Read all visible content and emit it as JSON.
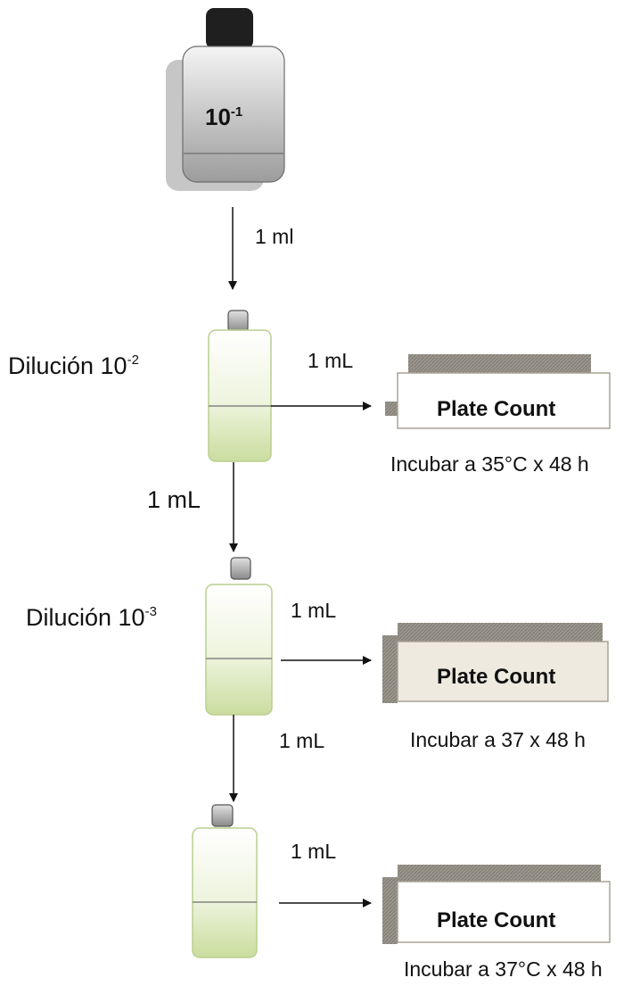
{
  "stock_bottle": {
    "label_base": "10",
    "label_exp": "-1"
  },
  "transfer_1": {
    "label": "1 ml"
  },
  "dilution_2": {
    "label_base": "Dilución 10",
    "label_exp": "-2",
    "to_plate_label": "1 mL"
  },
  "plate_1": {
    "label": "Plate Count",
    "incubation": "Incubar a 35°C x 48 h"
  },
  "transfer_2": {
    "label": "1 mL"
  },
  "dilution_3": {
    "label_base": "Dilución 10",
    "label_exp": "-3",
    "to_plate_label": "1 mL"
  },
  "plate_2": {
    "label": "Plate Count",
    "incubation": "Incubar a 37 x 48 h"
  },
  "transfer_3": {
    "label": "1 mL"
  },
  "dilution_4": {
    "to_plate_label": "1 mL"
  },
  "plate_3": {
    "label": "Plate Count",
    "incubation": "Incubar a 37°C x 48 h"
  },
  "colors": {
    "stock_cap": "#1f1f1f",
    "stock_body_light": "#f2f2f2",
    "stock_body_dark": "#9a9a9a",
    "stock_shadow": "#c8c8c8",
    "small_cap": "#9e9e9e",
    "tube_light": "#fbfdf7",
    "tube_green": "#cfe0a8",
    "tube_border": "#b9cf8f",
    "plate_rim": "#8e8a80",
    "plate_fill": "#ffffff",
    "plate_fill_tinted": "#eeeadf"
  }
}
